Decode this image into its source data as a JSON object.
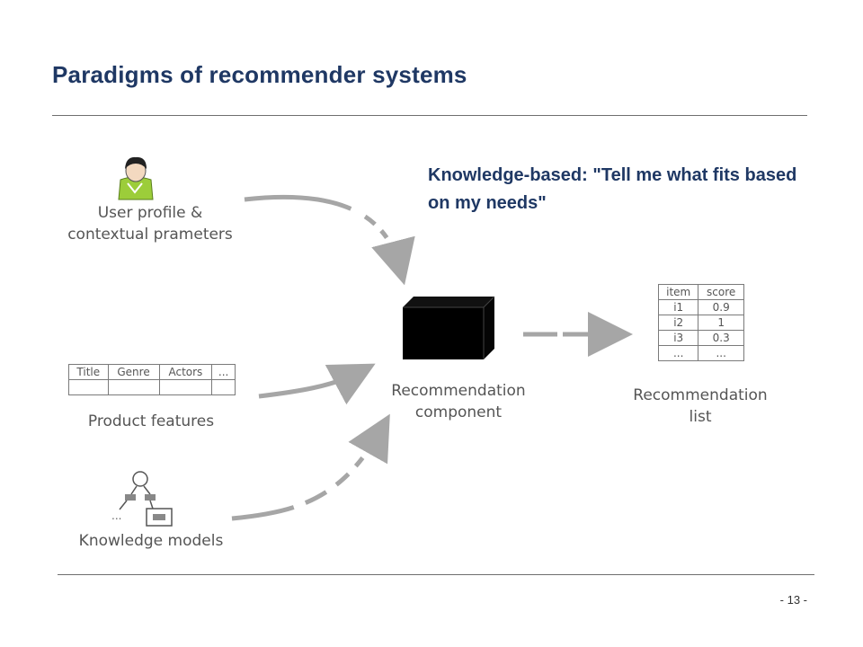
{
  "slide": {
    "title": "Paradigms of recommender systems",
    "subtitle": "Knowledge-based: \"Tell me what fits based on my needs\"",
    "page_number": "- 13 -"
  },
  "inputs": {
    "user_profile": {
      "line1": "User profile &",
      "line2": "contextual prameters",
      "icon": "user-person-icon"
    },
    "product_features": {
      "label": "Product features",
      "columns": [
        "Title",
        "Genre",
        "Actors",
        "..."
      ]
    },
    "knowledge_models": {
      "label": "Knowledge models",
      "icon": "knowledge-tree-icon",
      "ellipsis": "..."
    }
  },
  "component": {
    "line1": "Recommendation",
    "line2": "component",
    "icon": "black-box-icon"
  },
  "output": {
    "line1": "Recommendation",
    "line2": "list",
    "headers": [
      "item",
      "score"
    ],
    "rows": [
      [
        "i1",
        "0.9"
      ],
      [
        "i2",
        "1"
      ],
      [
        "i3",
        "0.3"
      ],
      [
        "...",
        "..."
      ]
    ]
  },
  "colors": {
    "title": "#1f3864",
    "arrow": "#a6a6a6",
    "person_body": "#9ccd3a",
    "box": "#000000"
  }
}
